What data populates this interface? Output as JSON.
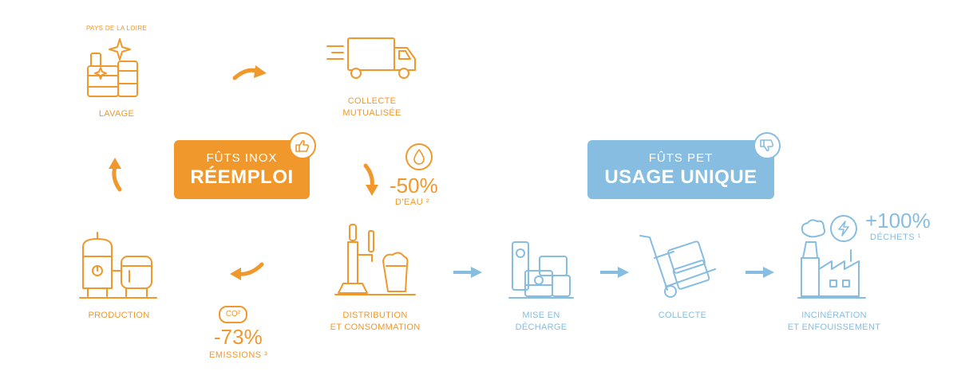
{
  "colors": {
    "reuse": "#f0982b",
    "single_use": "#86bde0"
  },
  "region_label": "PAYS DE LA LOIRE",
  "reuse_badge": {
    "line1": "FÛTS INOX",
    "line2": "RÉEMPLOI",
    "icon": "thumbs-up-icon"
  },
  "single_badge": {
    "line1": "FÛTS PET",
    "line2": "USAGE UNIQUE",
    "icon": "thumbs-down-icon"
  },
  "reuse_steps": {
    "lavage": "LAVAGE",
    "collecte_1": "COLLECTE",
    "collecte_2": "MUTUALISÉE",
    "production": "PRODUCTION",
    "distribution_1": "DISTRIBUTION",
    "distribution_2": "ET CONSOMMATION"
  },
  "single_steps": {
    "mise_1": "MISE EN",
    "mise_2": "DÉCHARGE",
    "collecte": "COLLECTE",
    "incineration_1": "INCINÉRATION",
    "incineration_2": "ET ENFOUISSEMENT"
  },
  "stats": {
    "water": {
      "value": "-50%",
      "label": "D'EAU ²",
      "icon": "water-drop-icon"
    },
    "emissions": {
      "value": "-73%",
      "label": "EMISSIONS ³",
      "icon_text": "CO²"
    },
    "waste": {
      "value": "+100%",
      "label": "DÉCHETS ¹",
      "icon": "energy-bolt-icon"
    }
  }
}
